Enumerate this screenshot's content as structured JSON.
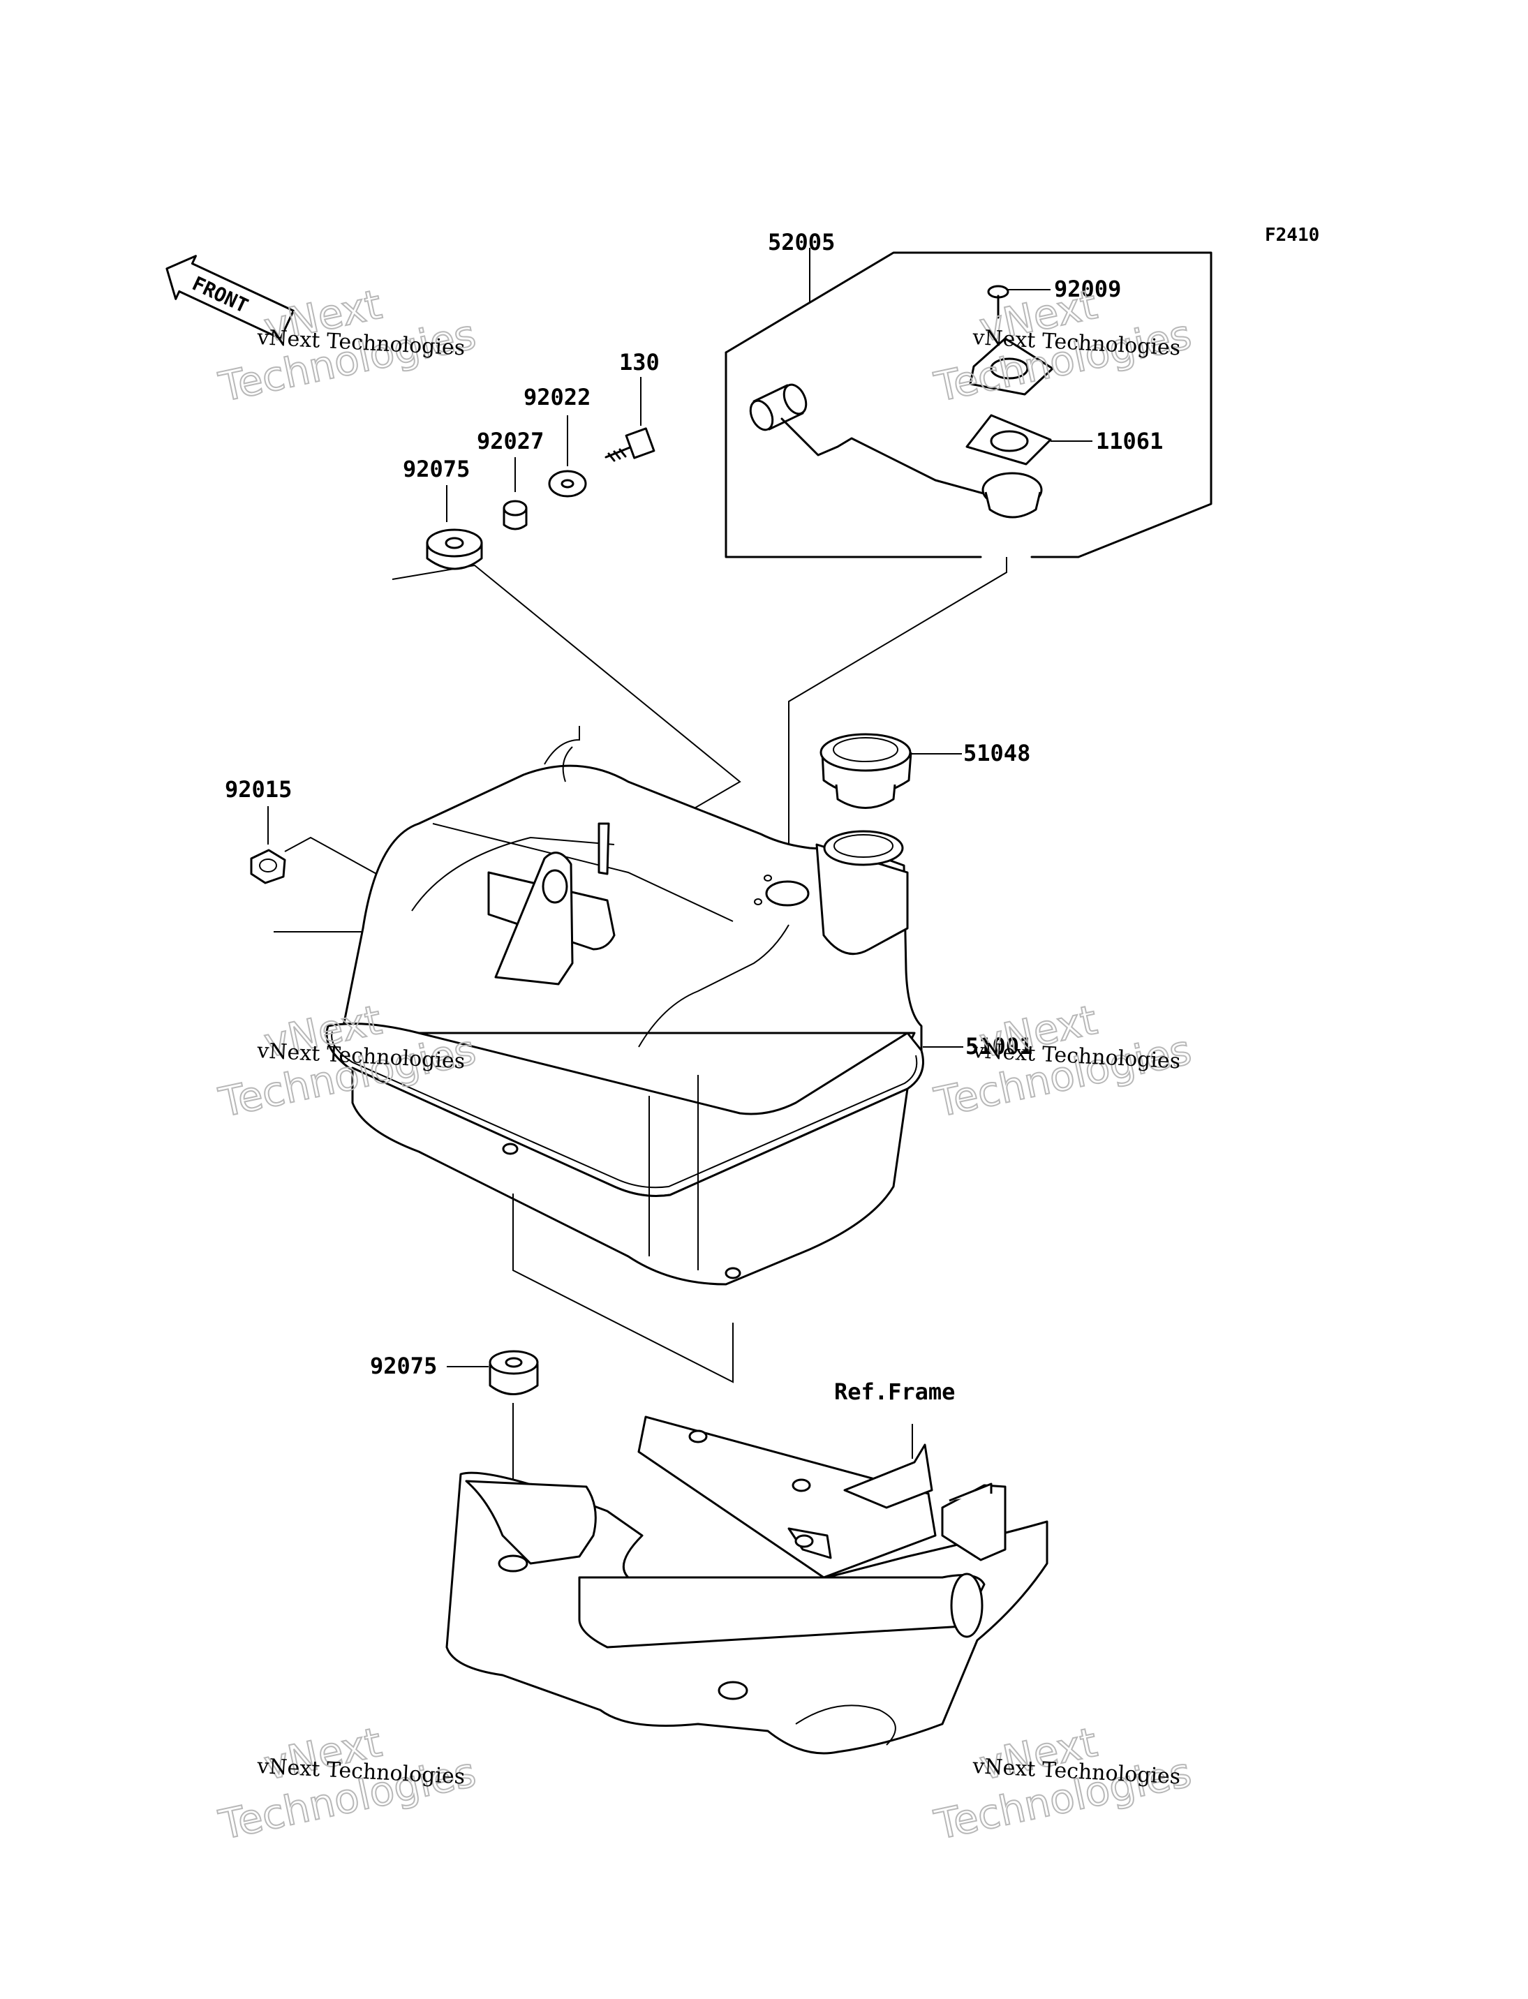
{
  "figure_id": "F2410",
  "direction_arrow": {
    "label": "FRONT",
    "icon": "front-arrow-icon"
  },
  "reference_label": "Ref.Frame",
  "part_numbers": {
    "assembly_52005": "52005",
    "screw_92009": "92009",
    "gasket_11061": "11061",
    "bolt_130": "130",
    "washer_92022": "92022",
    "collar_92027": "92027",
    "damper_92075_upper": "92075",
    "cap_51048": "51048",
    "nut_92015": "92015",
    "tank_51001": "51001",
    "damper_92075_lower": "92075"
  },
  "watermark": {
    "line1": "vNext",
    "line2": "Technologies",
    "caption": "vNext Technologies"
  },
  "colors": {
    "ink": "#000000",
    "background": "#ffffff",
    "watermark": "#b8b8b8"
  }
}
